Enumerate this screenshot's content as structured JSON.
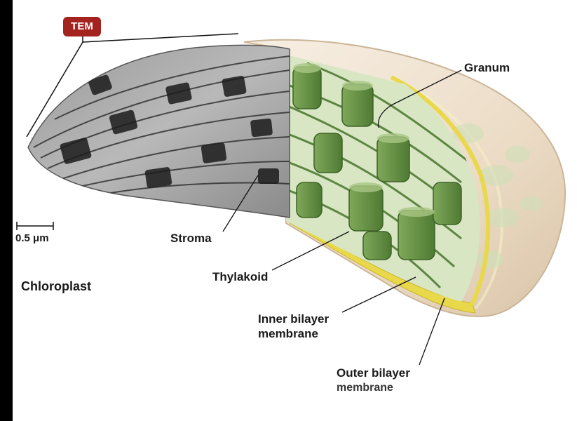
{
  "badge": "TEM",
  "scale_bar": "0.5 μm",
  "title": "Chloroplast",
  "labels": {
    "granum": "Granum",
    "stroma": "Stroma",
    "thylakoid": "Thylakoid",
    "inner_line1": "Inner bilayer",
    "inner_line2": "membrane",
    "outer_line1": "Outer bilayer",
    "outer_line2": "membrane"
  },
  "colors": {
    "badge": "#a4231f",
    "thylakoid_green": "#6f9a4a",
    "membrane_yellow": "#e8d84a",
    "outer_envelope": "#efe2d0"
  }
}
